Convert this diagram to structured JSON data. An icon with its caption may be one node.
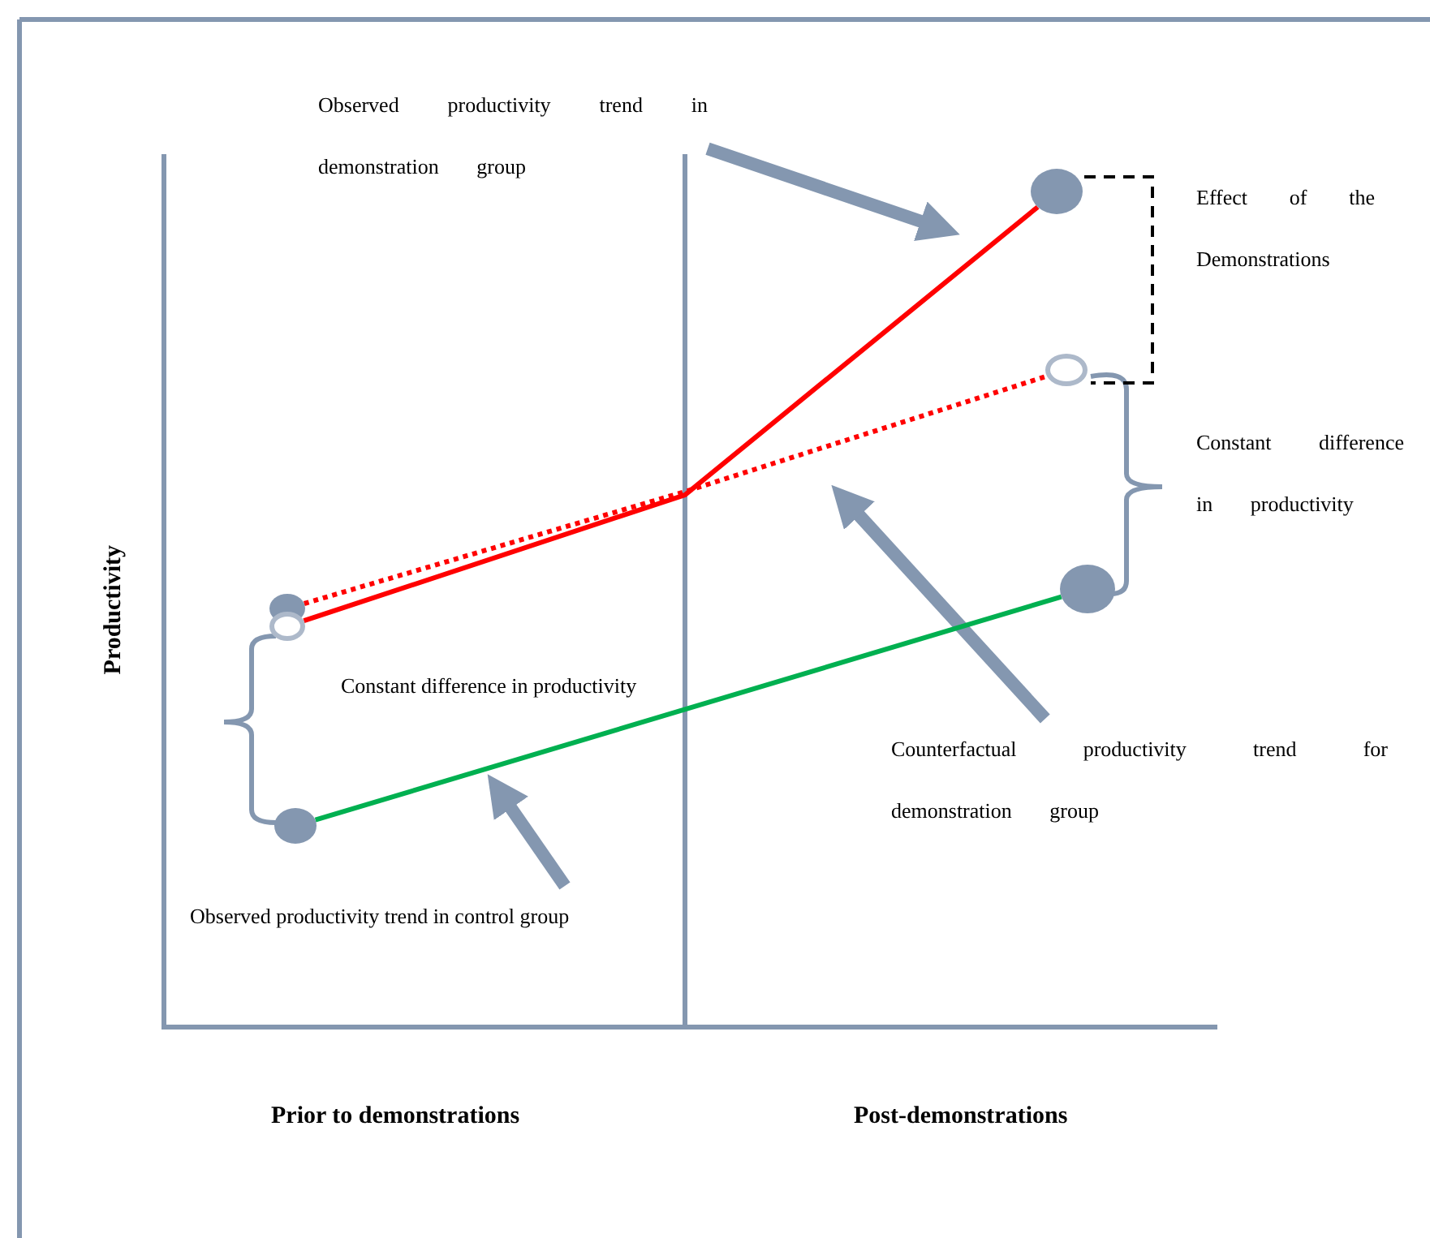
{
  "diagram": {
    "nodes": [
      {
        "text": [
          "Observed productivity trend in demonstration group"
        ]
      },
      {
        "text": [
          "Effect of the Demonstrations"
        ]
      },
      {
        "text": [
          "Constant difference in productivity"
        ]
      },
      {
        "text": [
          "Constant difference in productivity"
        ]
      },
      {
        "text": [
          "Counterfactual productivity trend for demonstration group"
        ]
      },
      {
        "text": [
          "Observed productivity trend in control group"
        ]
      },
      {
        "text": [],
        "shape": "circle"
      },
      {
        "text": [],
        "shape": "circle"
      },
      {
        "text": [],
        "shape": "circle"
      },
      {
        "text": [],
        "shape": "circle"
      },
      {
        "text": [],
        "shape": "circle"
      },
      {
        "text": [],
        "shape": "circle"
      }
    ],
    "edges": [
      {
        "from": 0,
        "to": null,
        "arrow": "to",
        "style": "thick",
        "color": "#8497b0"
      },
      {
        "from": 4,
        "to": null,
        "arrow": "to",
        "style": "thick",
        "color": "#8497b0"
      },
      {
        "from": 5,
        "to": null,
        "arrow": "to",
        "style": "thick",
        "color": "#8497b0"
      },
      {
        "from": 7,
        "to": 9,
        "arrow": "none",
        "color": "#ff0000"
      },
      {
        "from": 6,
        "to": 10,
        "arrow": "none",
        "style": "dashed",
        "color": "#ff0000"
      },
      {
        "from": 8,
        "to": 11,
        "arrow": "none",
        "color": "#00b050"
      }
    ],
    "labels": [
      "Productivity",
      "Prior to demonstrations",
      "Post-demonstrations"
    ]
  }
}
